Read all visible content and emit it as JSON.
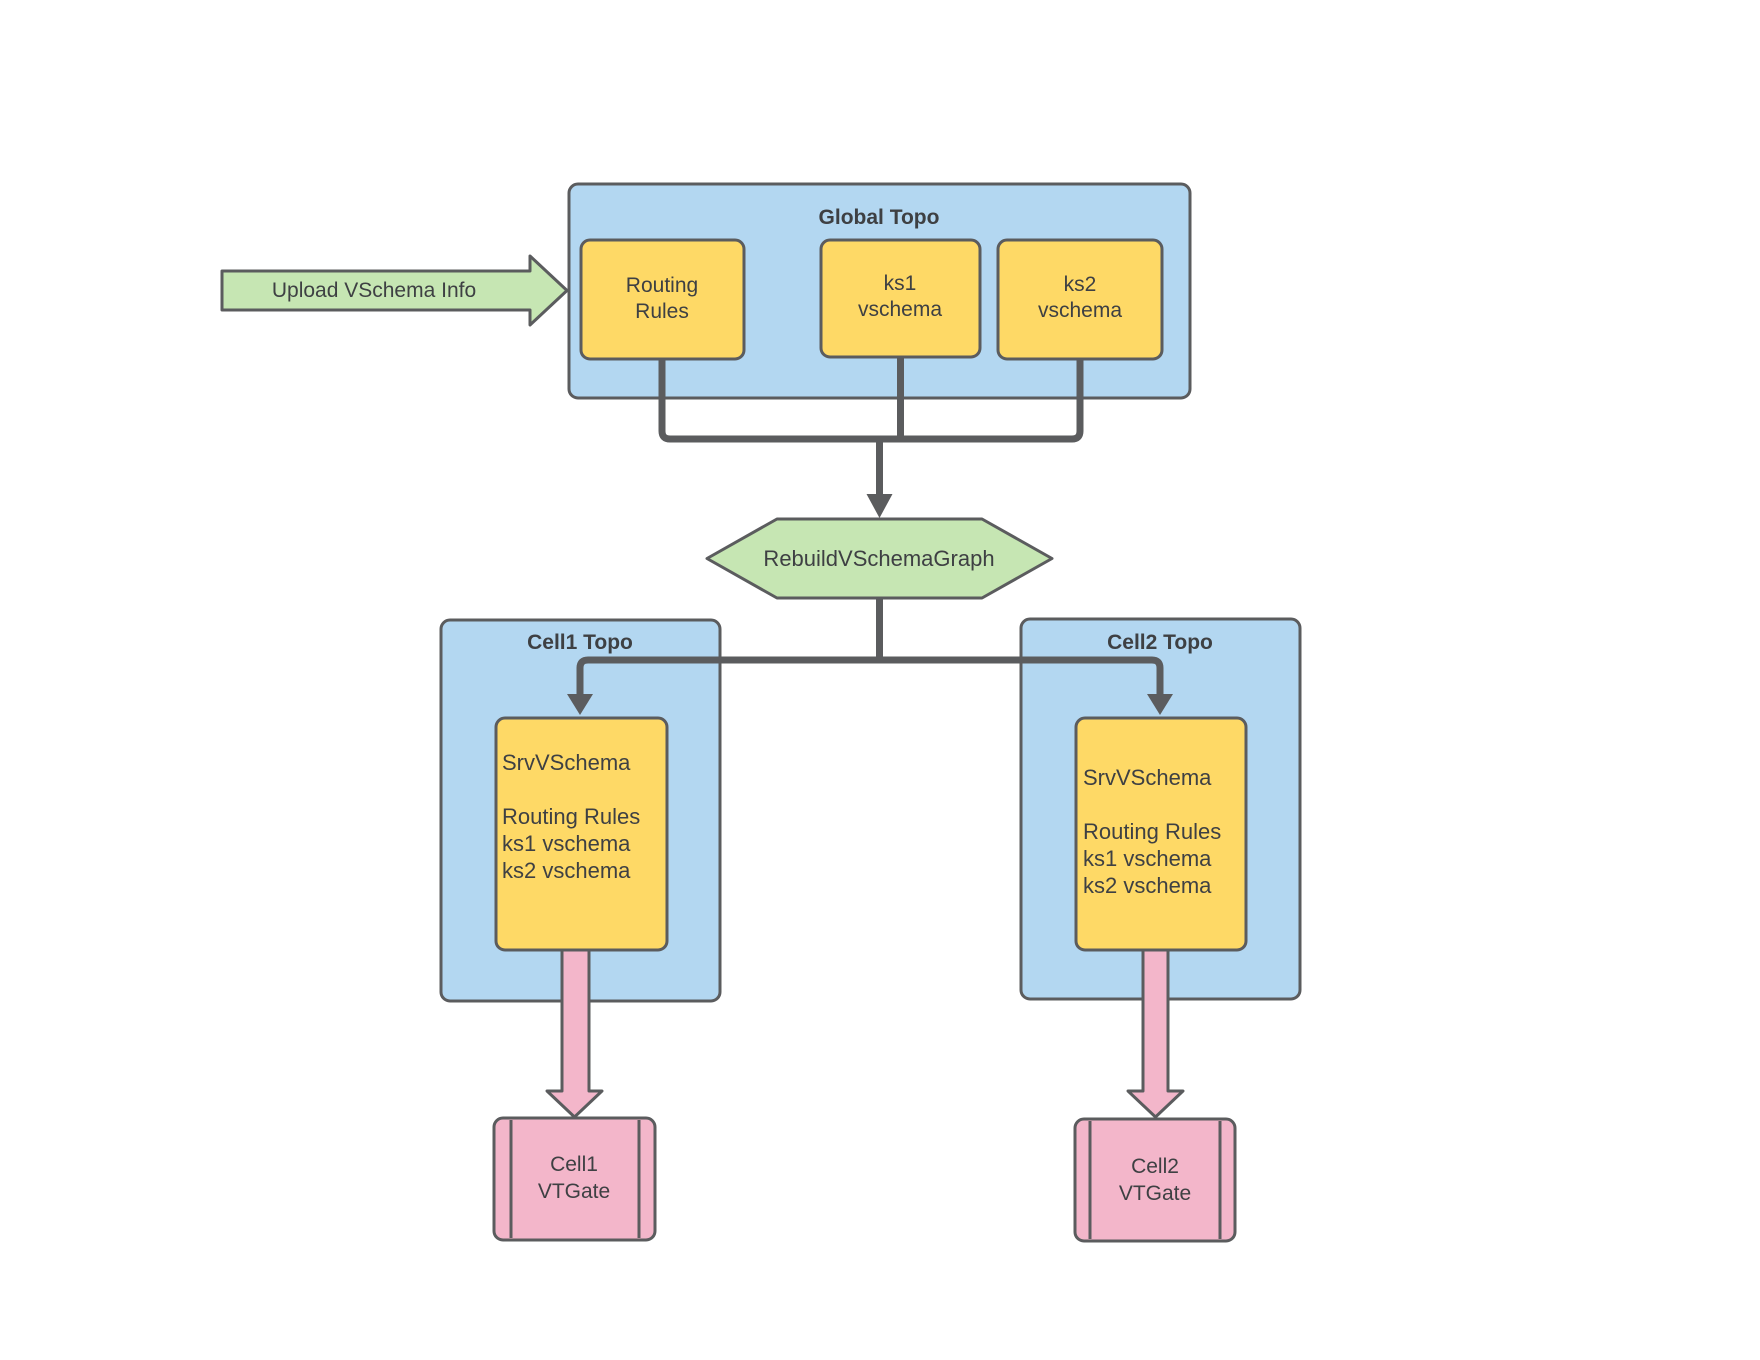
{
  "diagram": {
    "upload_arrow": {
      "label": "Upload VSchema Info"
    },
    "global_topo": {
      "title": "Global Topo",
      "routing_rules": {
        "lines": [
          "Routing",
          "Rules"
        ]
      },
      "ks1": {
        "lines": [
          "ks1",
          "vschema"
        ]
      },
      "ks2": {
        "lines": [
          "ks2",
          "vschema"
        ]
      }
    },
    "rebuild": {
      "label": "RebuildVSchemaGraph"
    },
    "cell1": {
      "title": "Cell1 Topo",
      "srv_vschema": {
        "lines": [
          "SrvVSchema",
          "",
          "Routing Rules",
          "ks1 vschema",
          "ks2 vschema"
        ]
      },
      "vtgate": {
        "lines": [
          "Cell1",
          "VTGate"
        ]
      }
    },
    "cell2": {
      "title": "Cell2 Topo",
      "srv_vschema": {
        "lines": [
          "SrvVSchema",
          "",
          "Routing Rules",
          "ks1 vschema",
          "ks2 vschema"
        ]
      },
      "vtgate": {
        "lines": [
          "Cell2",
          "VTGate"
        ]
      }
    }
  },
  "colors": {
    "blue_fill": "#b3d7f1",
    "yellow_fill": "#fed966",
    "green_fill": "#c6e6b3",
    "pink_fill": "#f3b6ca",
    "stroke_gray": "#5b5c5e"
  }
}
